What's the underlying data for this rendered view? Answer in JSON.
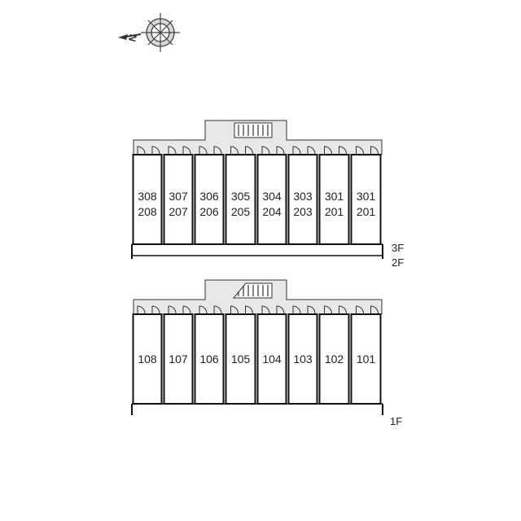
{
  "compass": {
    "north_label": "N",
    "icon": "compass-rose-icon"
  },
  "upper_block": {
    "floor_labels": [
      "3F",
      "2F"
    ],
    "units": [
      {
        "top": "308",
        "bottom": "208"
      },
      {
        "top": "307",
        "bottom": "207"
      },
      {
        "top": "306",
        "bottom": "206"
      },
      {
        "top": "305",
        "bottom": "205"
      },
      {
        "top": "304",
        "bottom": "204"
      },
      {
        "top": "303",
        "bottom": "203"
      },
      {
        "top": "301",
        "bottom": "201"
      },
      {
        "top": "301",
        "bottom": "201"
      }
    ]
  },
  "lower_block": {
    "floor_labels": [
      "1F"
    ],
    "units": [
      {
        "label": "108"
      },
      {
        "label": "107"
      },
      {
        "label": "106"
      },
      {
        "label": "105"
      },
      {
        "label": "104"
      },
      {
        "label": "103"
      },
      {
        "label": "102"
      },
      {
        "label": "101"
      }
    ]
  }
}
